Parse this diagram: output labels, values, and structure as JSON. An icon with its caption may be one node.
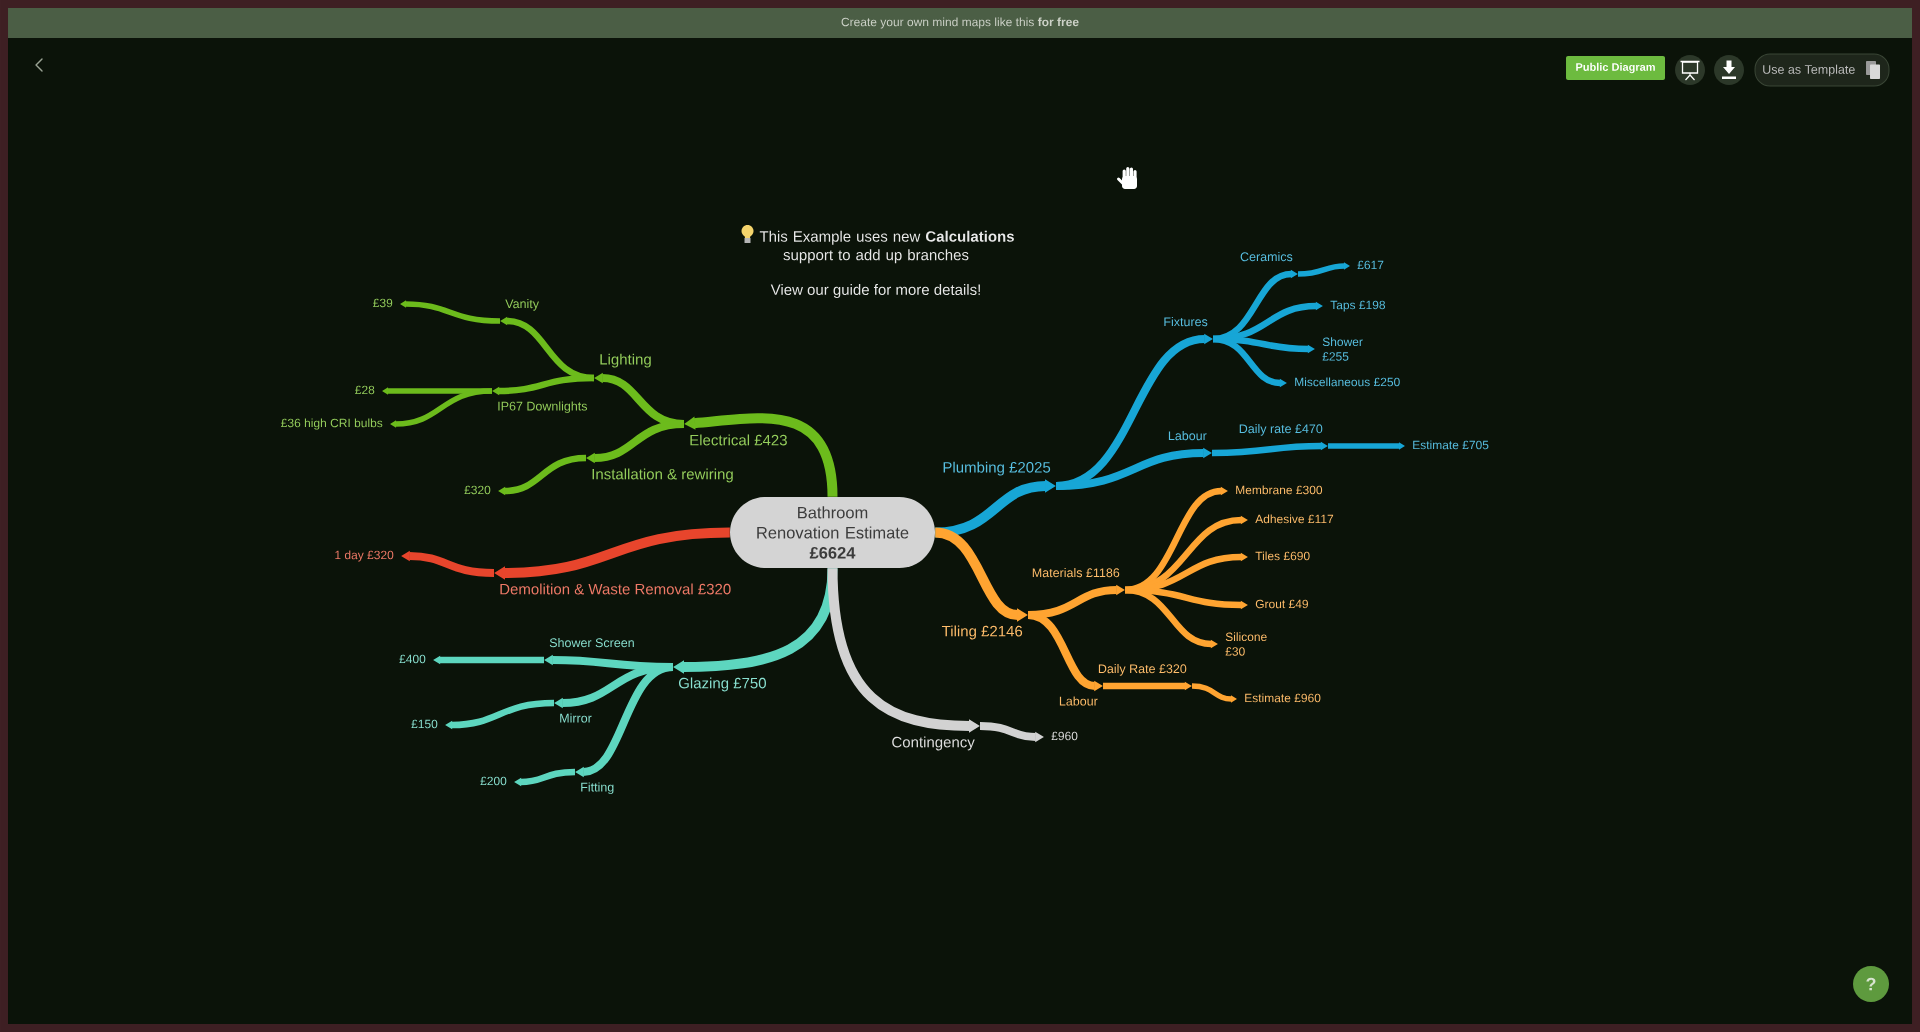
{
  "diagram": {
    "nodes": [
      {
        "text": [
          "Bathroom Renovation Estimate",
          "£6624"
        ]
      },
      {
        "text": [
          "Electrical £423"
        ]
      },
      {
        "text": [
          "Lighting"
        ]
      },
      {
        "text": [
          "Vanity"
        ]
      },
      {
        "text": [
          "£39"
        ]
      },
      {
        "text": [
          "IP67 Downlights"
        ]
      },
      {
        "text": [
          "£28"
        ]
      },
      {
        "text": [
          "£36 high CRI bulbs"
        ]
      },
      {
        "text": [
          "Installation & rewiring"
        ]
      },
      {
        "text": [
          "£320"
        ]
      },
      {
        "text": [
          "Demolition & Waste Removal £320"
        ]
      },
      {
        "text": [
          "1 day £320"
        ]
      },
      {
        "text": [
          "Glazing £750"
        ]
      },
      {
        "text": [
          "Shower Screen"
        ]
      },
      {
        "text": [
          "£400"
        ]
      },
      {
        "text": [
          "Mirror"
        ]
      },
      {
        "text": [
          "£150"
        ]
      },
      {
        "text": [
          "Fitting"
        ]
      },
      {
        "text": [
          "£200"
        ]
      },
      {
        "text": [
          "Contingency"
        ]
      },
      {
        "text": [
          "£960"
        ]
      },
      {
        "text": [
          "Plumbing £2025"
        ]
      },
      {
        "text": [
          "Fixtures"
        ]
      },
      {
        "text": [
          "Ceramics"
        ]
      },
      {
        "text": [
          "£617"
        ]
      },
      {
        "text": [
          "Taps £198"
        ]
      },
      {
        "text": [
          "Shower £255"
        ]
      },
      {
        "text": [
          "Miscellaneous £250"
        ]
      },
      {
        "text": [
          "Labour"
        ]
      },
      {
        "text": [
          "Daily rate £470"
        ]
      },
      {
        "text": [
          "Estimate £705"
        ]
      },
      {
        "text": [
          "Tiling £2146"
        ]
      },
      {
        "text": [
          "Materials £1186"
        ]
      },
      {
        "text": [
          "Membrane £300"
        ]
      },
      {
        "text": [
          "Adhesive £117"
        ]
      },
      {
        "text": [
          "Tiles £690"
        ]
      },
      {
        "text": [
          "Grout £49"
        ]
      },
      {
        "text": [
          "Silicone £30"
        ]
      },
      {
        "text": [
          "Labour"
        ]
      },
      {
        "text": [
          "Daily Rate £320"
        ]
      },
      {
        "text": [
          "Estimate £960"
        ]
      }
    ],
    "edges": [
      {
        "from": 0,
        "to": 1,
        "arrow": "to",
        "color": "#6cbb1c"
      },
      {
        "from": 1,
        "to": 2,
        "arrow": "to",
        "color": "#6cbb1c"
      },
      {
        "from": 2,
        "to": 3,
        "arrow": "to",
        "color": "#6cbb1c"
      },
      {
        "from": 3,
        "to": 4,
        "arrow": "to",
        "color": "#6cbb1c"
      },
      {
        "from": 2,
        "to": 5,
        "arrow": "to",
        "color": "#6cbb1c"
      },
      {
        "from": 5,
        "to": 6,
        "arrow": "to",
        "color": "#6cbb1c"
      },
      {
        "from": 5,
        "to": 7,
        "arrow": "to",
        "color": "#6cbb1c"
      },
      {
        "from": 1,
        "to": 8,
        "arrow": "to",
        "color": "#6cbb1c"
      },
      {
        "from": 8,
        "to": 9,
        "arrow": "to",
        "color": "#6cbb1c"
      },
      {
        "from": 0,
        "to": 10,
        "arrow": "to",
        "color": "#e8452c"
      },
      {
        "from": 10,
        "to": 11,
        "arrow": "to",
        "color": "#e8452c"
      },
      {
        "from": 0,
        "to": 12,
        "arrow": "to",
        "color": "#5dd6bf"
      },
      {
        "from": 12,
        "to": 13,
        "arrow": "to",
        "color": "#5dd6bf"
      },
      {
        "from": 13,
        "to": 14,
        "arrow": "to",
        "color": "#5dd6bf"
      },
      {
        "from": 12,
        "to": 15,
        "arrow": "to",
        "color": "#5dd6bf"
      },
      {
        "from": 15,
        "to": 16,
        "arrow": "to",
        "color": "#5dd6bf"
      },
      {
        "from": 12,
        "to": 17,
        "arrow": "to",
        "color": "#5dd6bf"
      },
      {
        "from": 17,
        "to": 18,
        "arrow": "to",
        "color": "#5dd6bf"
      },
      {
        "from": 0,
        "to": 19,
        "arrow": "to",
        "color": "#d2d2d2"
      },
      {
        "from": 19,
        "to": 20,
        "arrow": "to",
        "color": "#d2d2d2"
      },
      {
        "from": 0,
        "to": 21,
        "arrow": "to",
        "color": "#17a6d6"
      },
      {
        "from": 21,
        "to": 22,
        "arrow": "to",
        "color": "#17a6d6"
      },
      {
        "from": 22,
        "to": 23,
        "arrow": "to",
        "color": "#17a6d6"
      },
      {
        "from": 23,
        "to": 24,
        "arrow": "to",
        "color": "#17a6d6"
      },
      {
        "from": 22,
        "to": 25,
        "arrow": "to",
        "color": "#17a6d6"
      },
      {
        "from": 22,
        "to": 26,
        "arrow": "to",
        "color": "#17a6d6"
      },
      {
        "from": 22,
        "to": 27,
        "arrow": "to",
        "color": "#17a6d6"
      },
      {
        "from": 21,
        "to": 28,
        "arrow": "to",
        "color": "#17a6d6"
      },
      {
        "from": 28,
        "to": 29,
        "arrow": "to",
        "color": "#17a6d6"
      },
      {
        "from": 29,
        "to": 30,
        "arrow": "to",
        "color": "#17a6d6"
      },
      {
        "from": 0,
        "to": 31,
        "arrow": "to",
        "color": "#ffa431"
      },
      {
        "from": 31,
        "to": 32,
        "arrow": "to",
        "color": "#ffa431"
      },
      {
        "from": 32,
        "to": 33,
        "arrow": "to",
        "color": "#ffa431"
      },
      {
        "from": 32,
        "to": 34,
        "arrow": "to",
        "color": "#ffa431"
      },
      {
        "from": 32,
        "to": 35,
        "arrow": "to",
        "color": "#ffa431"
      },
      {
        "from": 32,
        "to": 36,
        "arrow": "to",
        "color": "#ffa431"
      },
      {
        "from": 32,
        "to": 37,
        "arrow": "to",
        "color": "#ffa431"
      },
      {
        "from": 31,
        "to": 38,
        "arrow": "to",
        "color": "#ffa431"
      },
      {
        "from": 38,
        "to": 39,
        "arrow": "to",
        "color": "#ffa431"
      },
      {
        "from": 39,
        "to": 40,
        "arrow": "to",
        "color": "#ffa431"
      }
    ],
    "labels": [
      "Create your own mind maps like this **for free**",
      "Public Diagram",
      "Use as Template",
      "This Example uses new **Calculations** support to add up branches",
      "View our guide for more details!",
      "?"
    ]
  }
}
